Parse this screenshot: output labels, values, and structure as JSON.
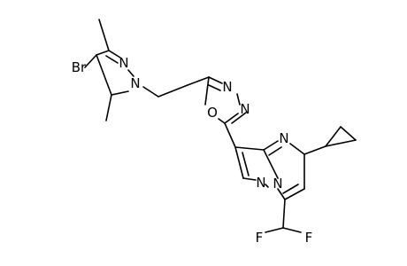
{
  "molecule": {
    "atoms": {
      "br": "Br",
      "n_pyrazole_2": "N",
      "n_pyrazole_1": "N",
      "n_oxadiazole_3": "N",
      "n_oxadiazole_4": "N",
      "o_oxadiazole": "O",
      "n_pyrimidine": "N",
      "n_bridge": "N",
      "n_pyrazolo": "N",
      "f_left": "F",
      "f_right": "F"
    }
  }
}
